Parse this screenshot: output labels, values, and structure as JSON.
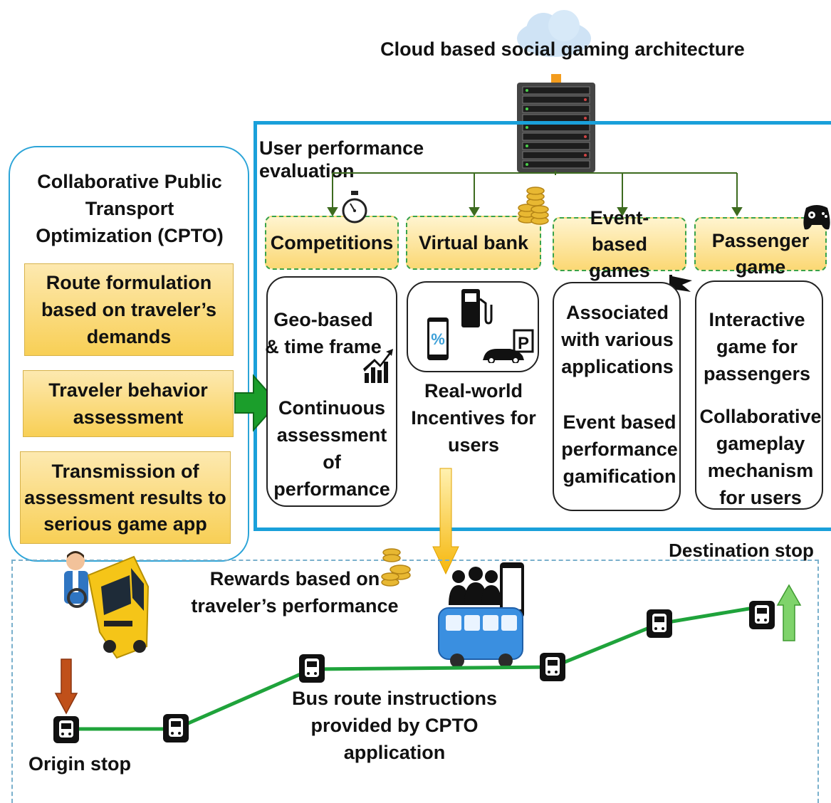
{
  "cloud_title": "Cloud based social gaming architecture",
  "eval_title": "User performance evaluation",
  "cpto": {
    "title": "Collaborative Public Transport Optimization (CPTO)",
    "items": [
      "Route formulation based on traveler’s demands",
      "Traveler behavior assessment",
      "Transmission of assessment results to serious game app"
    ]
  },
  "categories": [
    {
      "title": "Competitions",
      "detail": [
        "Geo-based & time frame",
        "Continuous assessment of performance"
      ]
    },
    {
      "title": "Virtual bank",
      "detail": [
        "Real-world Incentives for users"
      ]
    },
    {
      "title": "Event-based games",
      "detail": [
        "Associated with various applications",
        "Event based performance gamification"
      ]
    },
    {
      "title": "Passenger game",
      "detail": [
        "Interactive game for passengers",
        "Collaborative gameplay mechanism for users"
      ]
    }
  ],
  "route": {
    "destination": "Destination stop",
    "origin": "Origin stop",
    "rewards": "Rewards based on traveler’s performance",
    "instructions": "Bus route instructions provided by CPTO application"
  },
  "icons": {
    "parking_letter": "P",
    "discount_symbol": "%"
  },
  "colors": {
    "frame_blue": "#1aa0da",
    "route_green": "#1fa33b",
    "card_gold": "#f8cf55",
    "arrow_green": "#1b9e2b"
  }
}
